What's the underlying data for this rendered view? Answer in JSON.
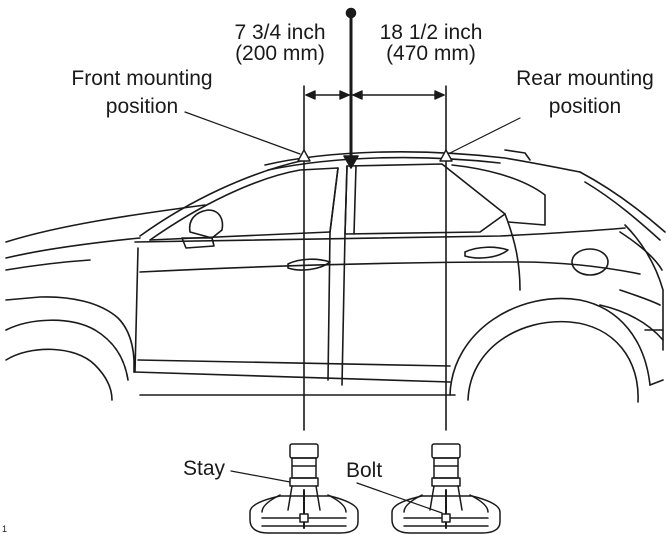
{
  "dimensions": {
    "front_to_ref": {
      "imperial": "7 3/4 inch",
      "metric": "(200 mm)"
    },
    "ref_to_rear": {
      "imperial": "18 1/2 inch",
      "metric": "(470 mm)"
    }
  },
  "labels": {
    "front_mounting": [
      "Front mounting",
      "position"
    ],
    "rear_mounting": [
      "Rear mounting",
      "position"
    ],
    "stay": "Stay",
    "bolt": "Bolt",
    "figure_mark": "1"
  },
  "colors": {
    "line": "#1a1a1a",
    "background": "#ffffff"
  }
}
